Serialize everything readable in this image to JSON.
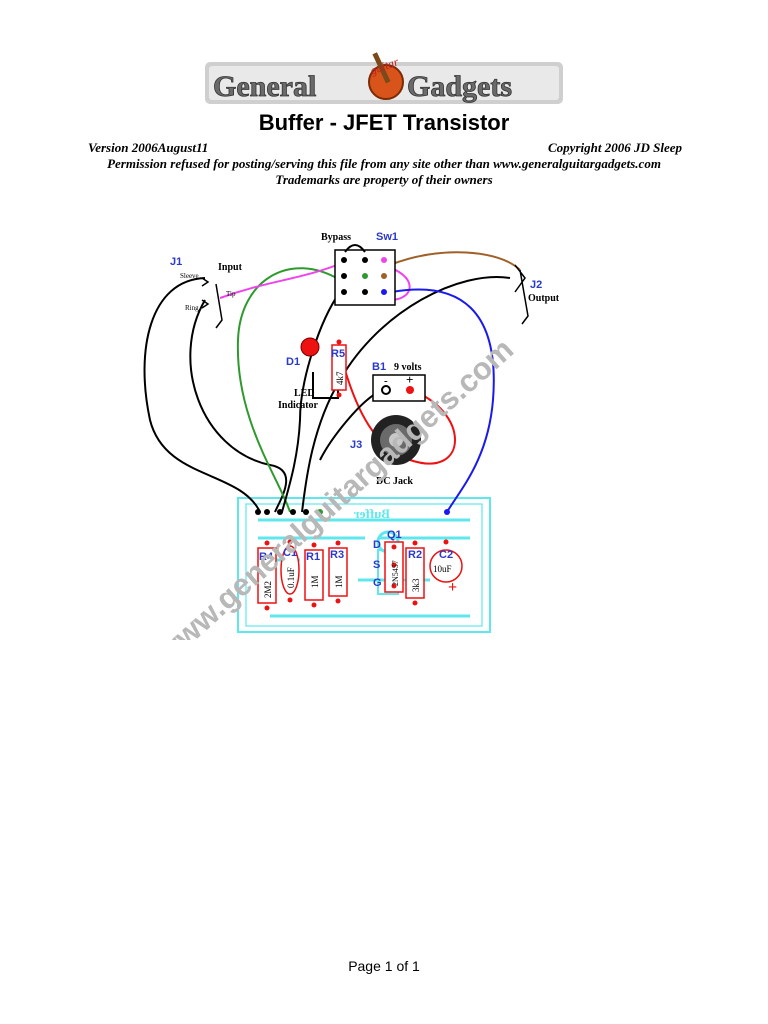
{
  "logo": {
    "left": "General",
    "middle": "guitar",
    "right": "Gadgets"
  },
  "title": "Buffer - JFET Transistor",
  "version": "Version 2006August11",
  "copyright": "Copyright 2006 JD Sleep",
  "permission": "Permission refused for posting/serving this file from any site other than www.generalguitargadgets.com",
  "trademarks": "Trademarks are property of their owners",
  "diagram": {
    "watermark": "www.generalguitargadgets.com",
    "jacks": {
      "j1": {
        "ref": "J1",
        "name": "Input",
        "sleeve": "Sleeve",
        "ring": "Ring",
        "tip": "Tip"
      },
      "j2": {
        "ref": "J2",
        "name": "Output"
      },
      "j3": {
        "ref": "J3",
        "name": "DC Jack"
      }
    },
    "switch": {
      "ref": "Sw1",
      "name": "Bypass"
    },
    "battery": {
      "ref": "B1",
      "name": "9 volts",
      "minus": "-",
      "plus": "+"
    },
    "led": {
      "ref": "D1",
      "name_line1": "LED",
      "name_line2": "Indicator"
    },
    "board_label": "Buffer",
    "components": {
      "r5": {
        "ref": "R5",
        "value": "4k7"
      },
      "r4": {
        "ref": "R4",
        "value": "2M2"
      },
      "c1": {
        "ref": "C1",
        "value": "0.1uF"
      },
      "r1": {
        "ref": "R1",
        "value": "1M"
      },
      "r3": {
        "ref": "R3",
        "value": "1M"
      },
      "q1": {
        "ref": "Q1",
        "value": "2N5457",
        "d": "D",
        "s": "S",
        "g": "G"
      },
      "r2": {
        "ref": "R2",
        "value": "3k3"
      },
      "c2": {
        "ref": "C2",
        "value": "10uF",
        "polarity": "+"
      }
    },
    "colors": {
      "black": "#000000",
      "green": "#2e9a2e",
      "pink": "#ee44ee",
      "brown": "#a0602a",
      "blue": "#1a1aee",
      "red": "#ee1111",
      "board": "#5ee8ee",
      "label_blue": "#2b39c8",
      "watermark": "#b8b8b8"
    }
  },
  "footer": "Page 1 of 1"
}
